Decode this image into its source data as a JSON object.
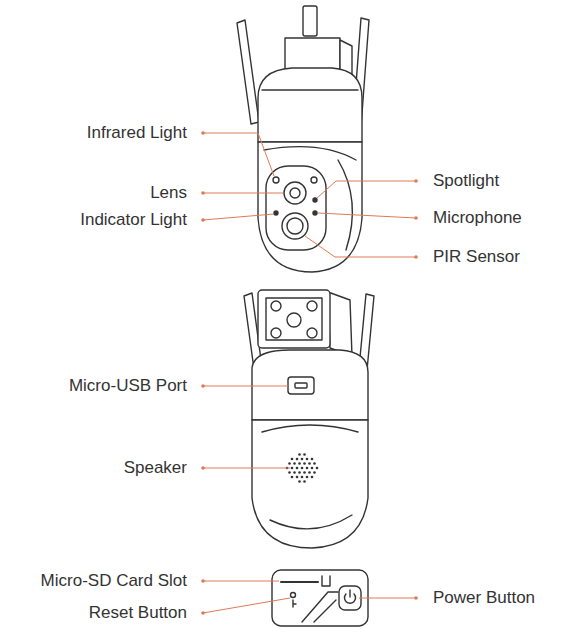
{
  "diagram": {
    "labels": [
      "Infrared Light",
      "Lens",
      "Indicator Light",
      "Spotlight",
      "Microphone",
      "PIR Sensor",
      "Micro-USB Port",
      "Speaker",
      "Micro-SD Card Slot",
      "Reset Button",
      "Power Button"
    ]
  }
}
